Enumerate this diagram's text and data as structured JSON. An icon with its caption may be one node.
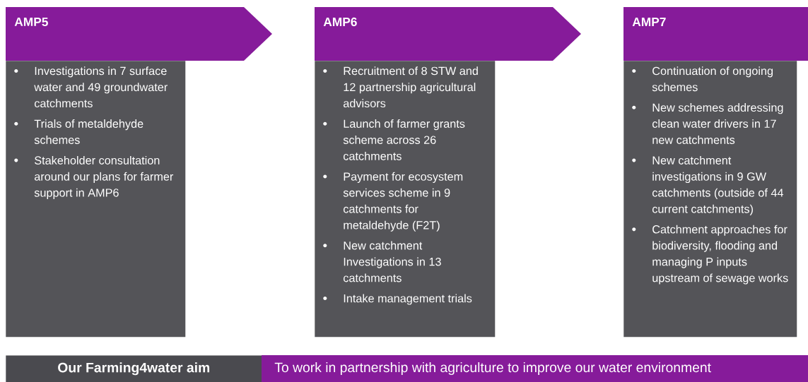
{
  "diagram": {
    "nodes": [
      {
        "text": [
          "AMP5"
        ]
      },
      {
        "text": [
          "Investigations in 7 surface water and 49 groundwater catchments",
          "Trials of metaldehyde schemes",
          "Stakeholder consultation around our plans for farmer support in AMP6"
        ]
      },
      {
        "text": [
          "AMP6"
        ]
      },
      {
        "text": [
          "Recruitment of 8 STW and 12 partnership agricultural advisors",
          "Launch of farmer grants scheme across 26 catchments",
          "Payment for ecosystem services scheme in 9 catchments for metaldehyde (F2T)",
          "New catchment Investigations in 13 catchments",
          "Intake management trials"
        ]
      },
      {
        "text": [
          "AMP7"
        ]
      },
      {
        "text": [
          "Continuation of ongoing schemes",
          "New schemes addressing clean water drivers in 17 new catchments",
          "New catchment investigations in 9 GW catchments (outside of 44 current catchments)",
          "Catchment approaches for biodiversity, flooding and managing P inputs upstream of sewage works"
        ]
      },
      {
        "text": [
          "Our Farming4water aim"
        ]
      },
      {
        "text": [
          "To work in partnership with agriculture to improve our water environment"
        ]
      }
    ]
  }
}
